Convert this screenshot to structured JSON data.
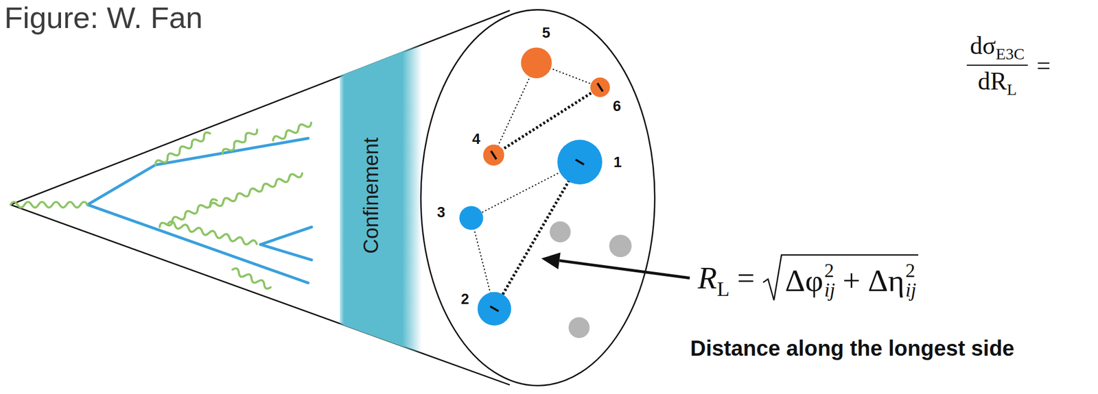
{
  "diagram": {
    "nodes": [
      {
        "text": [
          "Confinement"
        ]
      }
    ],
    "labels": [
      "Figure: W. Fan",
      "5",
      "6",
      "4",
      "1",
      "3",
      "2",
      "dσ",
      "E3C",
      "dR",
      "L",
      "=",
      "R",
      "L",
      "=",
      "Δφ",
      "2",
      "ij",
      "+",
      "Δη",
      "2",
      "ij",
      "Distance along the longest side"
    ]
  }
}
